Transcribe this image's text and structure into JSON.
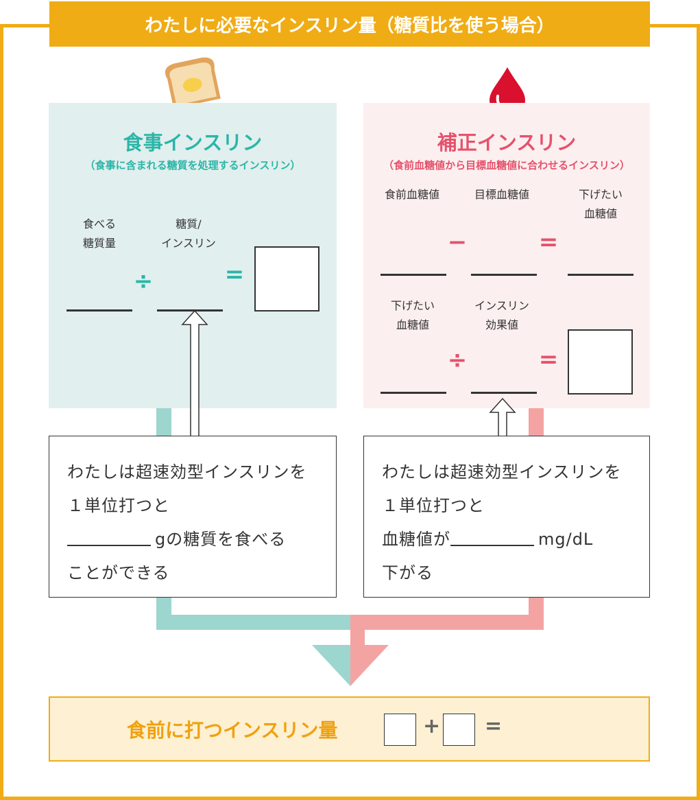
{
  "title": "わたしに必要なインスリン量（糖質比を使う場合）",
  "meal": {
    "title": "食事インスリン",
    "subtitle": "（食事に含まれる糖質を処理するインスリン）",
    "label1_line1": "食べる",
    "label1_line2": "糖質量",
    "label2_line1": "糖質/",
    "label2_line2": "インスリン",
    "divide": "÷",
    "equals": "=",
    "statement": [
      "わたしは超速効型インスリンを",
      "１単位打つと",
      "gの糖質を食べる",
      "ことができる"
    ]
  },
  "correction": {
    "title": "補正インスリン",
    "subtitle": "（食前血糖値から目標血糖値に合わせるインスリン）",
    "label_pre": "食前血糖値",
    "label_target": "目標血糖値",
    "label_lower_line1": "下げたい",
    "label_lower_line2": "血糖値",
    "label_effect_line1": "インスリン",
    "label_effect_line2": "効果値",
    "minus": "−",
    "divide": "÷",
    "equals": "=",
    "statement": [
      "わたしは超速効型インスリンを",
      "１単位打つと",
      "血糖値が",
      "mg/dL",
      "下がる"
    ]
  },
  "total": {
    "label": "食前に打つインスリン量",
    "plus": "+",
    "equals": "="
  },
  "colors": {
    "orange": "#f0ac14",
    "teal": "#2bb5a8",
    "pink": "#e5526c",
    "teal_pipe": "#9dd5cf",
    "pink_pipe": "#f4a3a3"
  }
}
